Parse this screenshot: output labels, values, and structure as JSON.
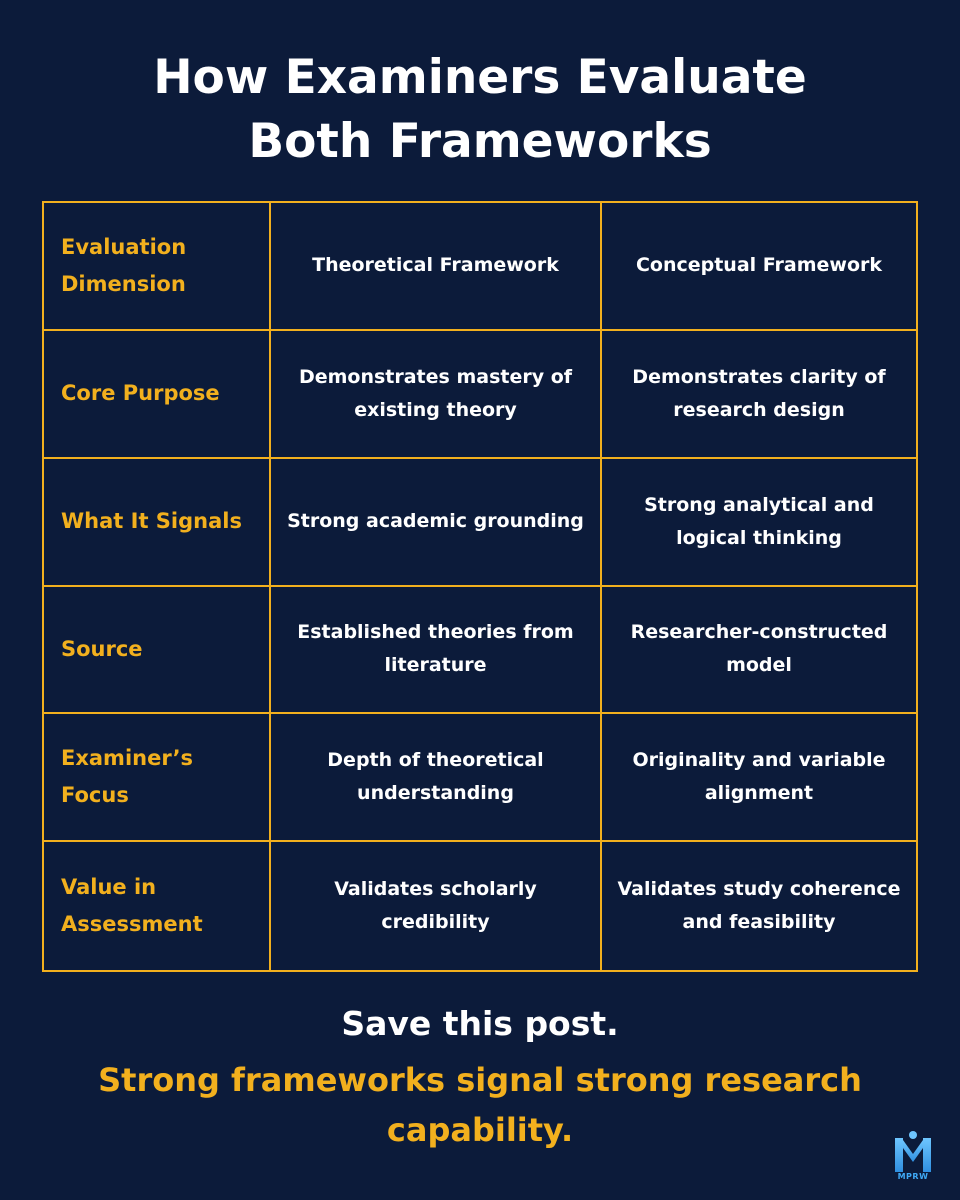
{
  "title": {
    "line1": "How Examiners Evaluate",
    "line2": "Both Frameworks"
  },
  "table": {
    "rows": [
      {
        "label": "Evaluation Dimension",
        "theoretical": "Theoretical Framework",
        "conceptual": "Conceptual Framework"
      },
      {
        "label": "Core Purpose",
        "theoretical": "Demonstrates mastery of existing theory",
        "conceptual": "Demonstrates clarity of research design"
      },
      {
        "label": "What It Signals",
        "theoretical": "Strong academic grounding",
        "conceptual": "Strong analytical and logical thinking"
      },
      {
        "label": "Source",
        "theoretical": "Established theories from literature",
        "conceptual": "Researcher-constructed model"
      },
      {
        "label": "Examiner’s Focus",
        "theoretical": "Depth of theoretical understanding",
        "conceptual": "Originality and variable alignment"
      },
      {
        "label": "Value in Assessment",
        "theoretical": "Validates scholarly credibility",
        "conceptual": "Validates study coherence and feasibility"
      }
    ]
  },
  "footer": {
    "save_text": "Save this post.",
    "tagline": "Strong frameworks signal strong research capability."
  },
  "logo": {
    "text": "MPRW",
    "icon": "mprw-logo-icon"
  },
  "colors": {
    "background": "#0c1b3a",
    "accent": "#f2b01e",
    "text": "#ffffff",
    "logo": "#3fa9f5"
  }
}
